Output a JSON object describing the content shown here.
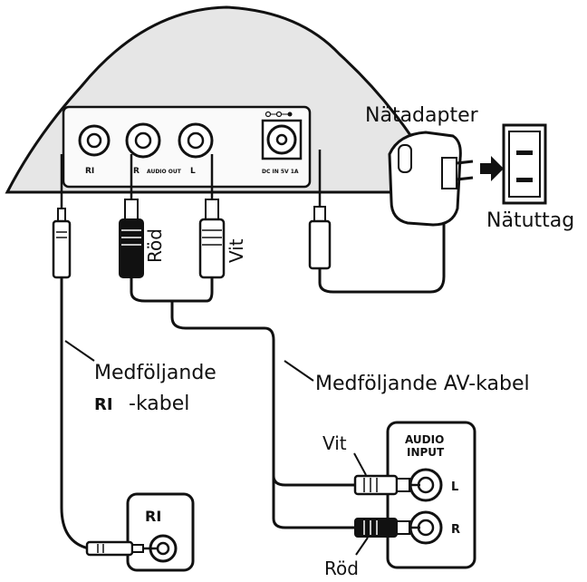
{
  "labels": {
    "adapter": "Nätadapter",
    "outlet": "Nätuttag",
    "red_top": "Röd",
    "white_top": "Vit",
    "ri_cable_line1": "Medföljande",
    "ri_cable_line2": "-kabel",
    "av_cable": "Medföljande AV-kabel",
    "white_bottom": "Vit",
    "red_bottom": "Röd"
  },
  "device_panel": {
    "ri_label": "RI",
    "audio_out_label": "AUDIO OUT",
    "r_label": "R",
    "l_label": "L",
    "dc_label": "DC IN 5V 1A"
  },
  "audio_input_box": {
    "title_line1": "AUDIO",
    "title_line2": "INPUT",
    "l_label": "L",
    "r_label": "R"
  },
  "ri_box": {
    "label": "RI"
  }
}
